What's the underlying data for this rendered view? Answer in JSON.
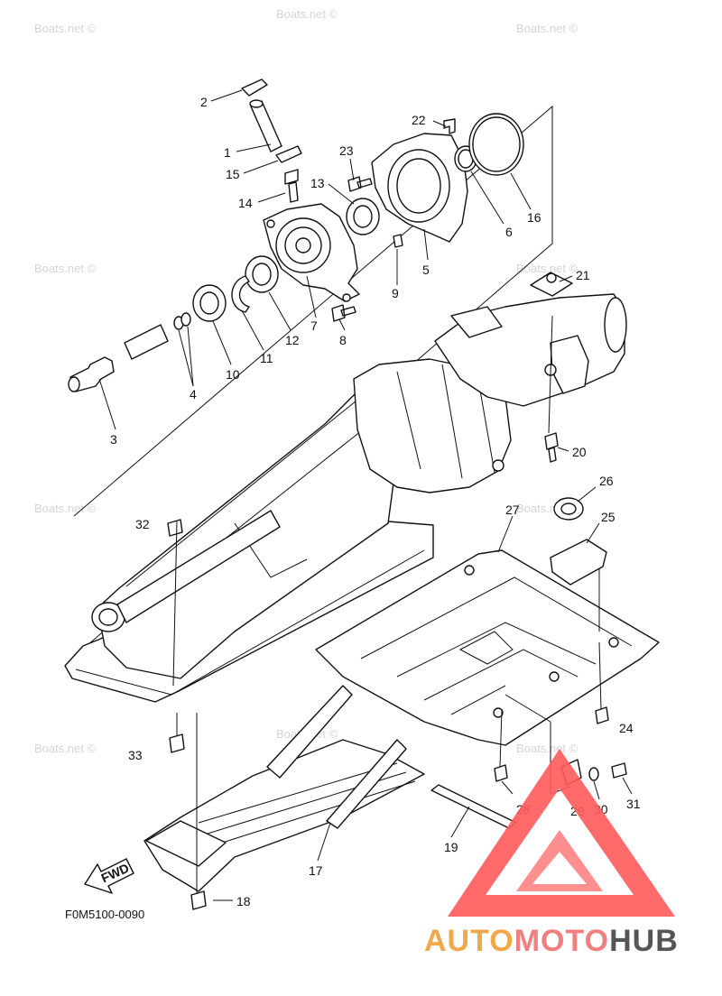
{
  "watermark": {
    "text": "Boats.net ©"
  },
  "figure_code": "F0M5100-0090",
  "fwd_label": "FWD",
  "brand": {
    "part1": "AUTO",
    "part2": "MOTO",
    "part3": "HUB",
    "color_primary": "#f0a848",
    "color_secondary": "#f08080",
    "color_dark": "#555555",
    "triangle_color": "#ff5a5a"
  },
  "callouts": [
    "1",
    "2",
    "3",
    "4",
    "5",
    "6",
    "7",
    "8",
    "9",
    "10",
    "11",
    "12",
    "13",
    "14",
    "15",
    "16",
    "17",
    "18",
    "19",
    "20",
    "21",
    "22",
    "23",
    "24",
    "25",
    "26",
    "27",
    "28",
    "29",
    "30",
    "31",
    "32",
    "33"
  ]
}
